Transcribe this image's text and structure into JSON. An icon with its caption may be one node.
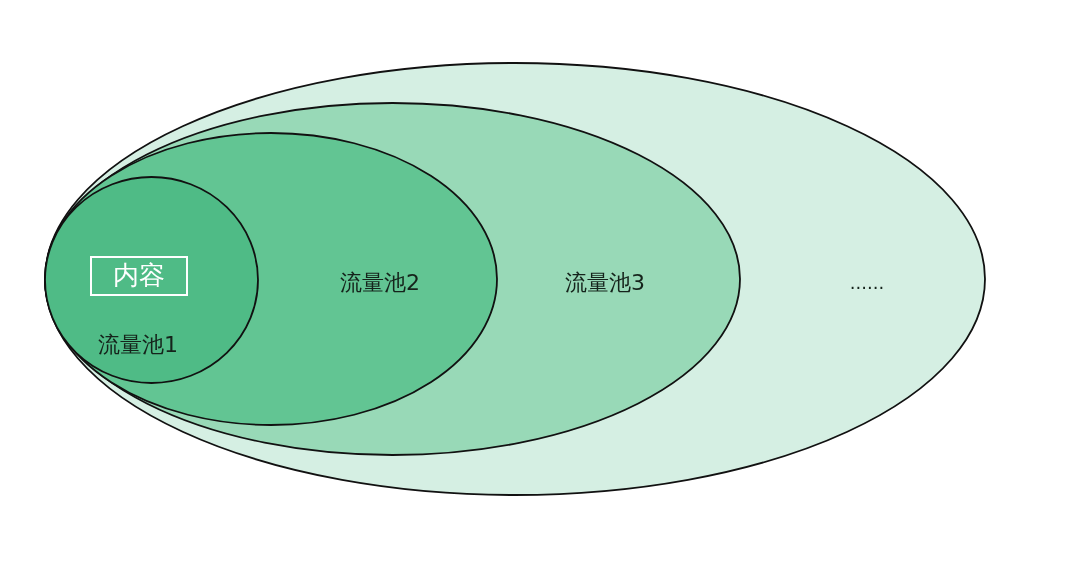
{
  "diagram": {
    "nodes": [
      {
        "text": [
          "......"
        ]
      },
      {
        "text": [
          "流量池3"
        ],
        "in": 0
      },
      {
        "text": [
          "流量池2"
        ],
        "in": 1
      },
      {
        "text": [
          "流量池1"
        ],
        "in": 2
      },
      {
        "text": [
          "内容"
        ],
        "in": 3
      }
    ]
  }
}
